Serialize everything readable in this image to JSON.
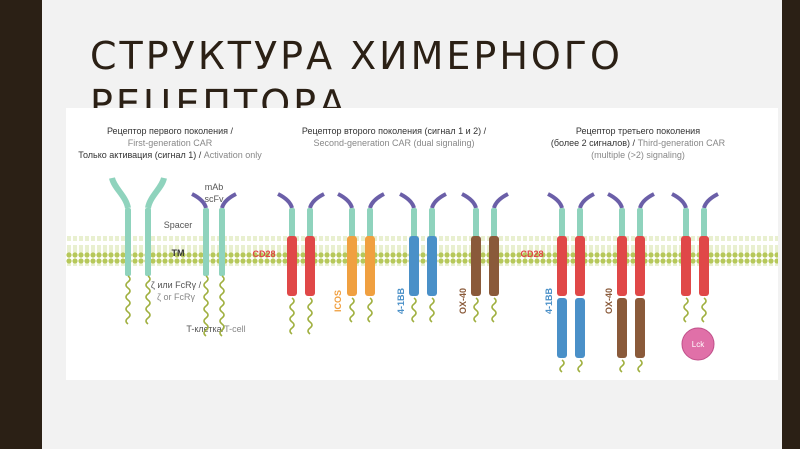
{
  "slide": {
    "title": "СТРУКТУРА ХИМЕРНОГО РЕЦЕПТОРА"
  },
  "figure": {
    "gen1": {
      "header_ru": "Рецептор первого поколения /",
      "header_en": "First-generation CAR",
      "sub_ru": "Только активация (сигнал 1) /",
      "sub_en": "Activation only"
    },
    "gen2": {
      "header_ru": "Рецептор второго поколения (сигнал 1 и 2) /",
      "header_en": "Second-generation CAR (dual signaling)"
    },
    "gen3": {
      "header_ru": "Рецептор третьего поколения",
      "sub_ru": "(более 2 сигналов) /",
      "sub_en": "Third-generation CAR",
      "sub_en2": "(multiple (>2) signaling)"
    },
    "labels": {
      "mab": "mAb",
      "scfv": "scFv",
      "spacer": "Spacer",
      "tm": "TM",
      "zeta_ru": "ζ или FcRγ /",
      "zeta_en": "ζ or FcRγ",
      "tcell_ru": "T-клетка/",
      "tcell_en": "T-cell",
      "cd28_a": "CD28",
      "cd28_b": "CD28",
      "icos": "ICOS",
      "bb_a": "4-1BB",
      "ox40_a": "OX-40",
      "bb_b": "4-1BB",
      "ox40_b": "OX-40",
      "lck": "Lck"
    },
    "colors": {
      "membrane": "#b6c85a",
      "stalk": "#8fd3bd",
      "scfv": "#6b5fa8",
      "cd28": "#e04848",
      "icos": "#f0a040",
      "bb": "#4a90c8",
      "ox40": "#8a5a3a",
      "lck": "#e070a8",
      "zeta": "#a0b040"
    }
  }
}
